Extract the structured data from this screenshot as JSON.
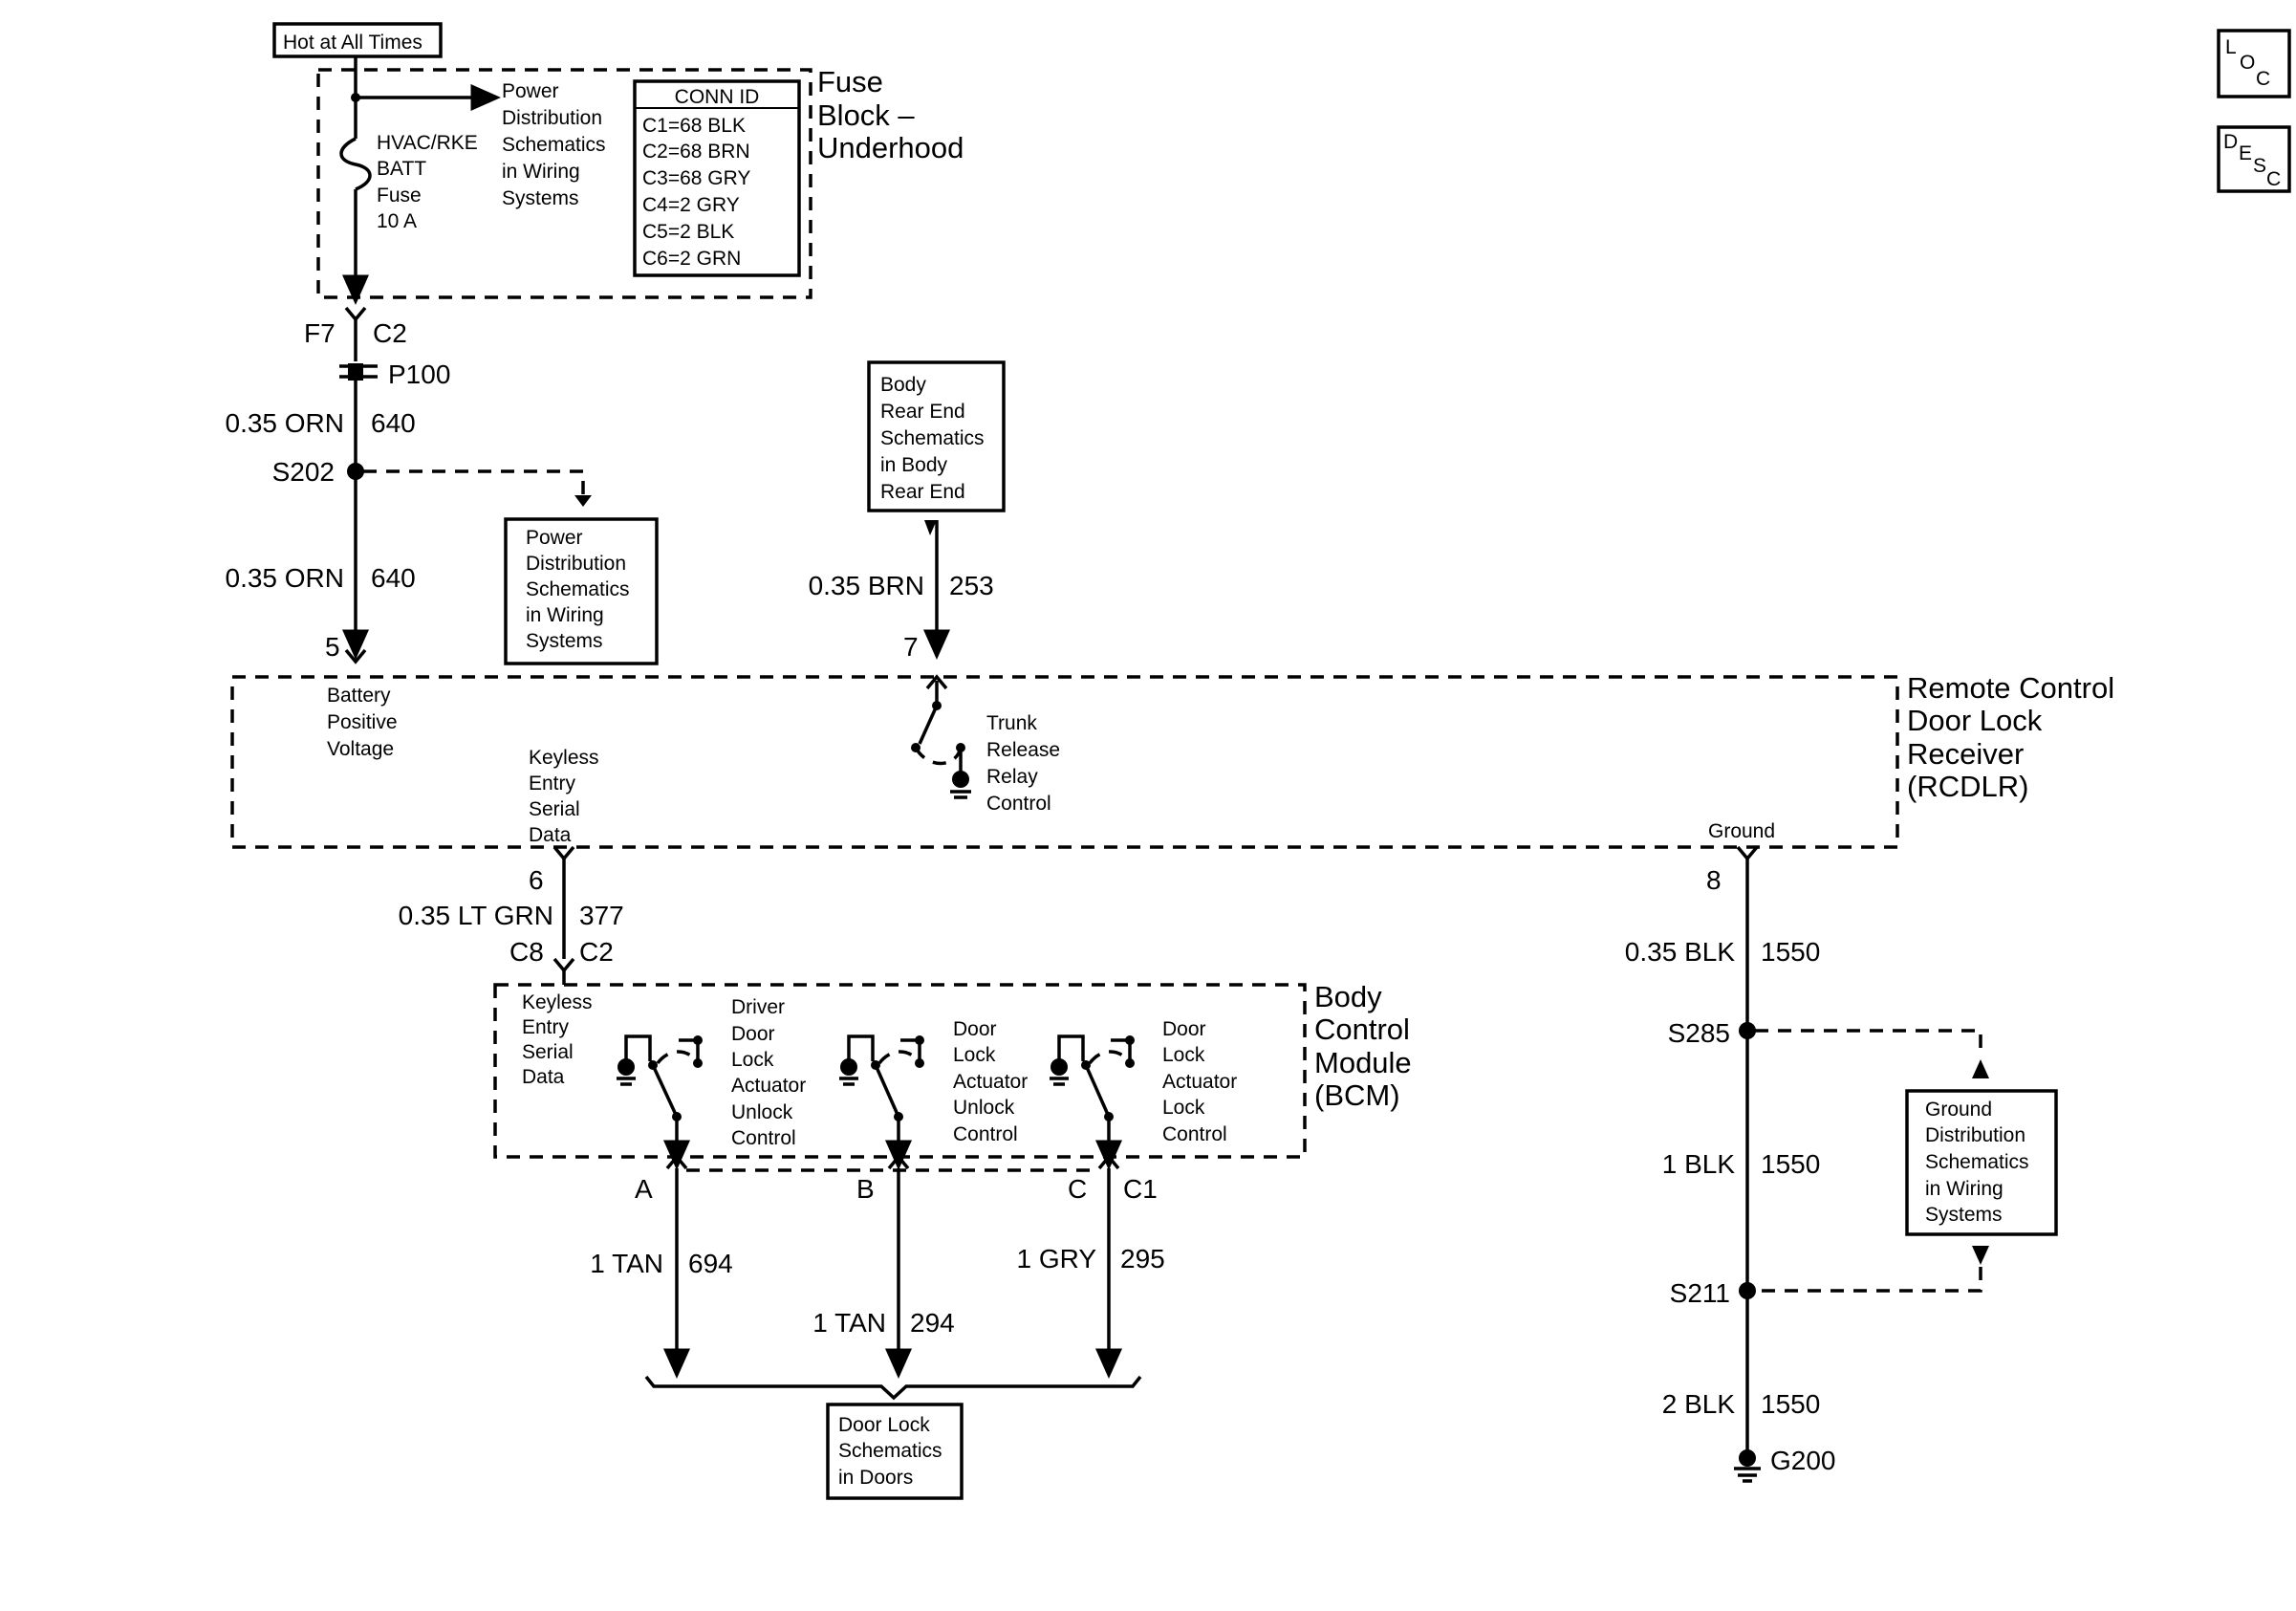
{
  "hot_at_all_times": "Hot at All Times",
  "fuse_block": {
    "title": [
      "Fuse",
      "Block –",
      "Underhood"
    ],
    "fuse_label": [
      "HVAC/RKE",
      "BATT",
      "Fuse",
      "10 A"
    ],
    "power_ref": [
      "Power",
      "Distribution",
      "Schematics",
      "in Wiring",
      "Systems"
    ],
    "conn_id_title": "CONN ID",
    "conn_ids": [
      "C1=68 BLK",
      "C2=68 BRN",
      "C3=68 GRY",
      "C4=2 GRY",
      "C5=2 BLK",
      "C6=2 GRN"
    ]
  },
  "connectors": {
    "f7": "F7",
    "c2_top": "C2",
    "p100": "P100",
    "s202": "S202",
    "pin5": "5",
    "pin7": "7",
    "pin6": "6",
    "pin8": "8",
    "c8": "C8",
    "c2_bcm": "C2",
    "a": "A",
    "b": "B",
    "c": "C",
    "c1": "C1",
    "s285": "S285",
    "s211": "S211",
    "g200": "G200"
  },
  "wires": {
    "w640a": {
      "size": "0.35 ORN",
      "circuit": "640"
    },
    "w640b": {
      "size": "0.35 ORN",
      "circuit": "640"
    },
    "w253": {
      "size": "0.35 BRN",
      "circuit": "253"
    },
    "w377": {
      "size": "0.35 LT GRN",
      "circuit": "377"
    },
    "w694": {
      "size": "1 TAN",
      "circuit": "694"
    },
    "w294": {
      "size": "1 TAN",
      "circuit": "294"
    },
    "w295": {
      "size": "1 GRY",
      "circuit": "295"
    },
    "w1550a": {
      "size": "0.35 BLK",
      "circuit": "1550"
    },
    "w1550b": {
      "size": "1 BLK",
      "circuit": "1550"
    },
    "w1550c": {
      "size": "2 BLK",
      "circuit": "1550"
    }
  },
  "refs": {
    "power_dist": [
      "Power",
      "Distribution",
      "Schematics",
      "in Wiring",
      "Systems"
    ],
    "body_rear": [
      "Body",
      "Rear End",
      "Schematics",
      "in Body",
      "Rear End"
    ],
    "door_lock": [
      "Door Lock",
      "Schematics",
      "in Doors"
    ],
    "ground_dist": [
      "Ground",
      "Distribution",
      "Schematics",
      "in Wiring",
      "Systems"
    ]
  },
  "rcdlr": {
    "title": [
      "Remote Control",
      "Door Lock",
      "Receiver",
      "(RCDLR)"
    ],
    "battery": [
      "Battery",
      "Positive",
      "Voltage"
    ],
    "keyless": [
      "Keyless",
      "Entry",
      "Serial",
      "Data"
    ],
    "trunk": [
      "Trunk",
      "Release",
      "Relay",
      "Control"
    ],
    "ground": "Ground"
  },
  "bcm": {
    "title": [
      "Body",
      "Control",
      "Module",
      "(BCM)"
    ],
    "keyless": [
      "Keyless",
      "Entry",
      "Serial",
      "Data"
    ],
    "driver_unlock": [
      "Driver",
      "Door",
      "Lock",
      "Actuator",
      "Unlock",
      "Control"
    ],
    "door_unlock": [
      "Door",
      "Lock",
      "Actuator",
      "Unlock",
      "Control"
    ],
    "door_lock": [
      "Door",
      "Lock",
      "Actuator",
      "Lock",
      "Control"
    ]
  },
  "side_buttons": {
    "loc": [
      "L",
      "O",
      "C"
    ],
    "desc": [
      "D",
      "E",
      "S",
      "C"
    ]
  }
}
